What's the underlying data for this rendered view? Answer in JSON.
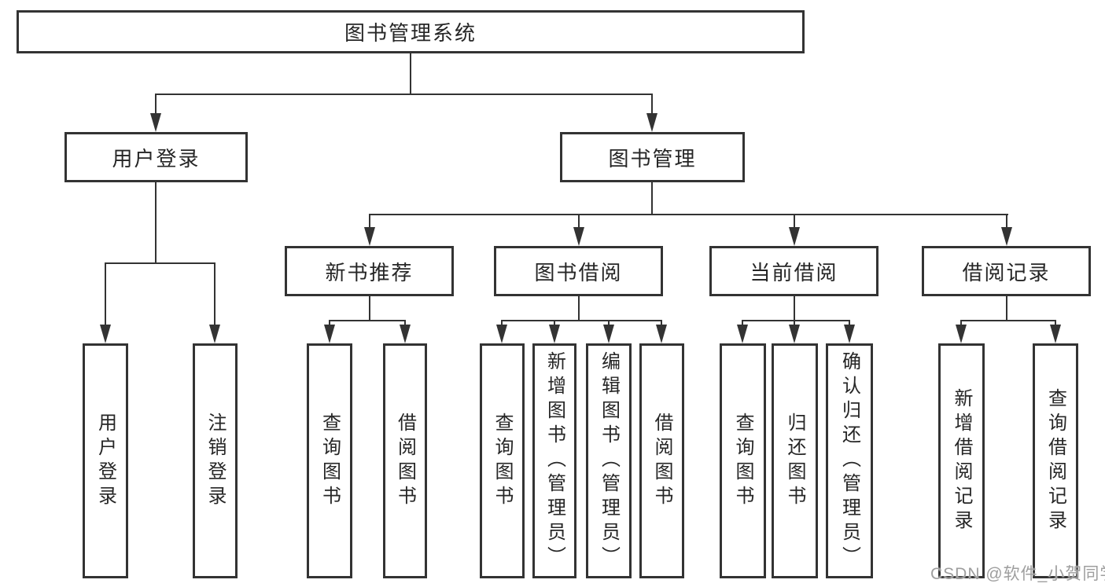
{
  "tree": {
    "label": "图书管理系统",
    "children": [
      {
        "label": "用户登录",
        "children": [
          {
            "label": "用户登录"
          },
          {
            "label": "注销登录"
          }
        ]
      },
      {
        "label": "图书管理",
        "children": [
          {
            "label": "新书推荐",
            "children": [
              {
                "label": "查询图书"
              },
              {
                "label": "借阅图书"
              }
            ]
          },
          {
            "label": "图书借阅",
            "children": [
              {
                "label": "查询图书"
              },
              {
                "label": "新增图书（管理员）"
              },
              {
                "label": "编辑图书（管理员）"
              },
              {
                "label": "借阅图书"
              }
            ]
          },
          {
            "label": "当前借阅",
            "children": [
              {
                "label": "查询图书"
              },
              {
                "label": "归还图书"
              },
              {
                "label": "确认归还（管理员）"
              }
            ]
          },
          {
            "label": "借阅记录",
            "children": [
              {
                "label": "新增借阅记录"
              },
              {
                "label": "查询借阅记录"
              }
            ]
          }
        ]
      }
    ]
  },
  "watermark": {
    "text": "CSDN @软件_小贺同学"
  },
  "colors": {
    "line": "#333333",
    "text": "#262626",
    "background": "#ffffff",
    "watermark": "#9e9e9e"
  }
}
